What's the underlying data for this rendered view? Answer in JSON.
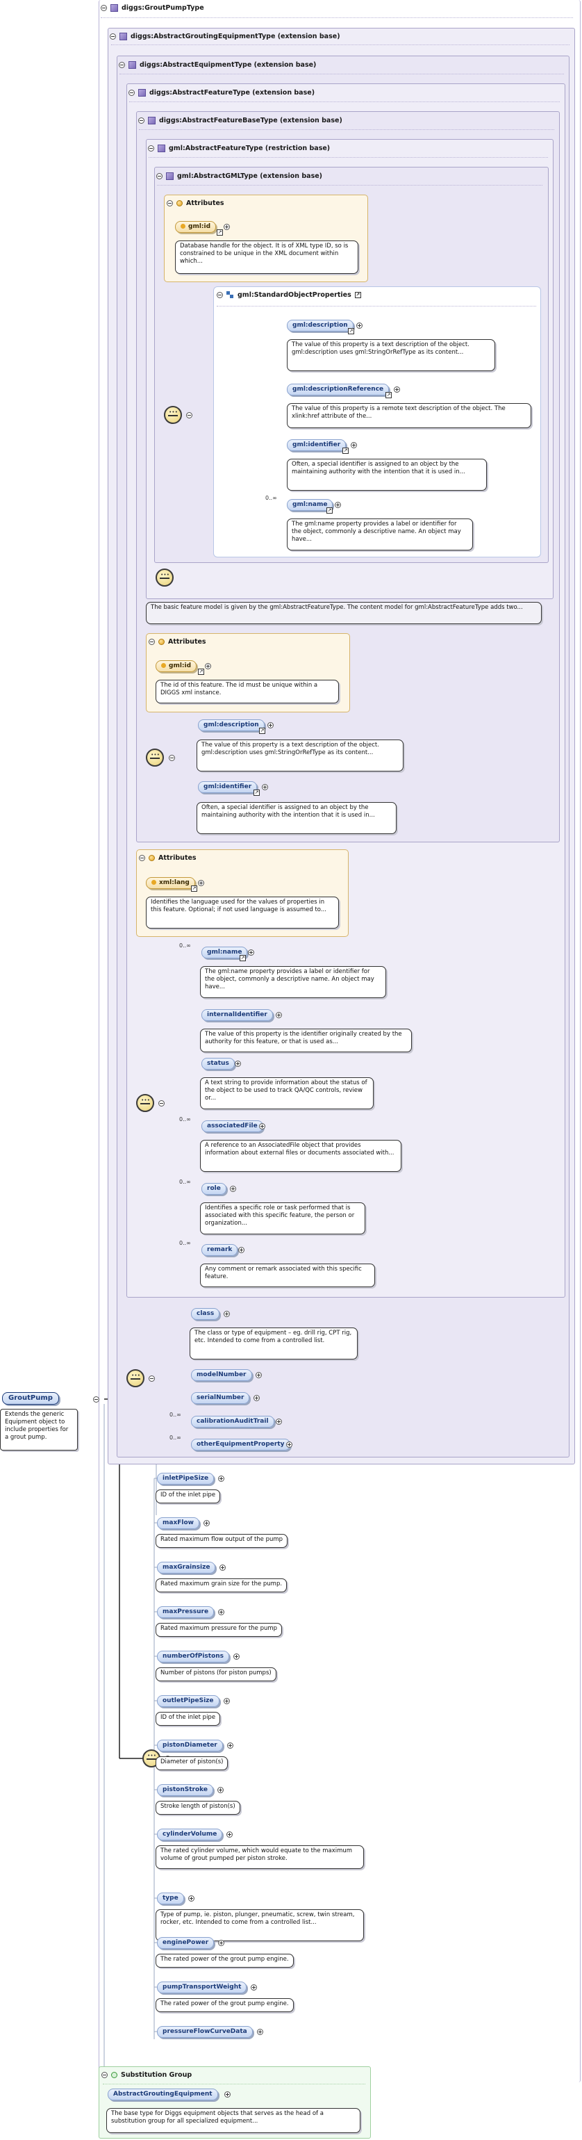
{
  "root": {
    "name": "GroutPump",
    "doc": "Extends the generic Equipment object to include properties for a grout pump."
  },
  "types": {
    "grout_pump_type": "diggs:GroutPumpType",
    "abstract_grouting_equipment": "diggs:AbstractGroutingEquipmentType (extension base)",
    "abstract_equipment": "diggs:AbstractEquipmentType (extension base)",
    "abstract_feature": "diggs:AbstractFeatureType (extension base)",
    "abstract_feature_base": "diggs:AbstractFeatureBaseType (extension base)",
    "gml_abstract_feature": "gml:AbstractFeatureType (restriction base)",
    "gml_abstract_gml": "gml:AbstractGMLType (extension base)"
  },
  "labels": {
    "attributes": "Attributes",
    "standard_object_properties": "gml:StandardObjectProperties",
    "substitution_group": "Substitution Group",
    "unbounded": "0..∞"
  },
  "gml_attrs": {
    "gml_id": {
      "name": "gml:id",
      "doc": "Database handle for the object. It is of XML type ID, so is constrained to be unique in the XML document within which..."
    }
  },
  "standard_props": [
    {
      "name": "gml:description",
      "doc": "The value of this property is a text description of the object. gml:description uses gml:StringOrRefType as its content..."
    },
    {
      "name": "gml:descriptionReference",
      "doc": "The value of this property is a remote text description of the object. The xlink:href attribute of the..."
    },
    {
      "name": "gml:identifier",
      "doc": "Often, a special identifier is assigned to an object by the maintaining authority with the intention that it is used in..."
    },
    {
      "name": "gml:name",
      "doc": "The gml:name property provides a label or identifier for the object, commonly a descriptive name. An object may have..."
    }
  ],
  "feature_doc": "The basic feature model is given by the gml:AbstractFeatureType. The content model for gml:AbstractFeatureType adds two...",
  "base_attrs": {
    "gml_id": {
      "name": "gml:id",
      "doc": "The id of this feature. The id must be unique within a DIGGS xml instance."
    }
  },
  "base_props": [
    {
      "name": "gml:description",
      "doc": "The value of this property is a text description of the object. gml:description uses gml:StringOrRefType as its content..."
    },
    {
      "name": "gml:identifier",
      "doc": "Often, a special identifier is assigned to an object by the maintaining authority with the intention that it is used in..."
    }
  ],
  "feature_attrs": {
    "xml_lang": {
      "name": "xml:lang",
      "doc": "Identifies the language used for the values of properties in this feature. Optional; if not used language is assumed to..."
    }
  },
  "feature_props": [
    {
      "name": "gml:name",
      "doc": "The gml:name property provides a label or identifier for the object, commonly a descriptive name. An object may have...",
      "mult": "0..∞"
    },
    {
      "name": "internalIdentifier",
      "doc": "The value of this property is the identifier originally created by the authority for this feature, or that is used as...",
      "mult": ""
    },
    {
      "name": "status",
      "doc": "A text string to provide information about the status of the object to be used to track QA/QC controls, review or...",
      "mult": ""
    },
    {
      "name": "associatedFile",
      "doc": "A reference to an AssociatedFile object that provides information about external files or documents associated with...",
      "mult": "0..∞"
    },
    {
      "name": "role",
      "doc": "Identifies a specific role or task performed that is associated with this specific feature, the person or organization...",
      "mult": "0..∞"
    },
    {
      "name": "remark",
      "doc": "Any comment or remark associated with this specific feature.",
      "mult": "0..∞"
    }
  ],
  "equipment_props": [
    {
      "name": "class",
      "doc": "The class or type of equipment – eg. drill rig, CPT rig, etc. Intended to come from a controlled list.",
      "mult": ""
    },
    {
      "name": "modelNumber",
      "doc": "",
      "mult": ""
    },
    {
      "name": "serialNumber",
      "doc": "",
      "mult": ""
    },
    {
      "name": "calibrationAuditTrail",
      "doc": "",
      "mult": "0..∞"
    },
    {
      "name": "otherEquipmentProperty",
      "doc": "",
      "mult": "0..∞"
    }
  ],
  "pump_props": [
    {
      "name": "inletPipeSize",
      "doc": "ID of the inlet pipe"
    },
    {
      "name": "maxFlow",
      "doc": "Rated maximum flow output of the pump"
    },
    {
      "name": "maxGrainsize",
      "doc": "Rated maximum grain size for the pump."
    },
    {
      "name": "maxPressure",
      "doc": "Rated maximum pressure for the pump"
    },
    {
      "name": "numberOfPistons",
      "doc": "Number of pistons (for piston pumps)"
    },
    {
      "name": "outletPipeSize",
      "doc": "ID of the inlet pipe"
    },
    {
      "name": "pistonDiameter",
      "doc": "Diameter of piston(s)"
    },
    {
      "name": "pistonStroke",
      "doc": "Stroke length of piston(s)"
    },
    {
      "name": "cylinderVolume",
      "doc": "The rated cylinder volume, which would equate to the maximum volume of grout pumped per piston stroke."
    },
    {
      "name": "type",
      "doc": "Type of pump, ie. piston, plunger, pneumatic, screw, twin stream, rocker, etc. Intended to come from a controlled list..."
    },
    {
      "name": "enginePower",
      "doc": "The rated power of the grout pump engine."
    },
    {
      "name": "pumpTransportWeight",
      "doc": "The rated power of the grout pump engine."
    },
    {
      "name": "pressureFlowCurveData",
      "doc": ""
    }
  ],
  "substitution": {
    "name": "AbstractGroutingEquipment",
    "doc": "The base type for Diggs equipment objects that serves as the head of a substitution group for all specialized equipment..."
  }
}
